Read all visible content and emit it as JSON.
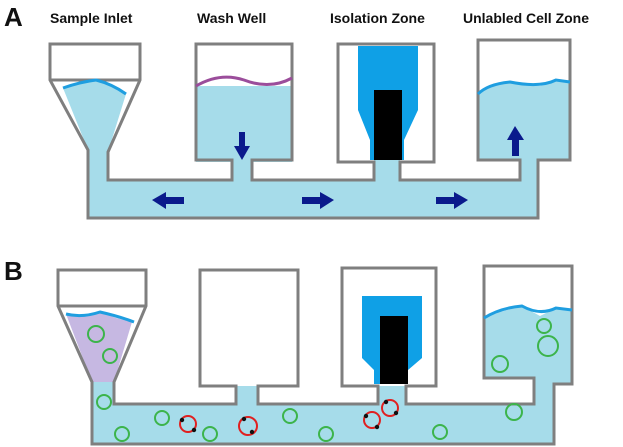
{
  "panels": {
    "a": "A",
    "b": "B"
  },
  "labels": {
    "sample_inlet": "Sample Inlet",
    "wash_well": "Wash Well",
    "isolation_zone": "Isolation Zone",
    "unlabeled_zone": "Unlabled Cell Zone"
  },
  "colors": {
    "fluid": "#a6dcea",
    "outline": "#7f7f7f",
    "meniscus": "#1f9ee0",
    "wash_meniscus": "#9b4d9b",
    "magnet_outer": "#0fa0e6",
    "magnet_core": "#000000",
    "arrow": "#0a1a8c",
    "sample_fluid": "#c6b8e2",
    "unlabeled_cell": "#3cb44b",
    "labeled_cell": "#e02020"
  },
  "flow_arrows": [
    "down-arrow",
    "left-arrow",
    "right-arrow",
    "right-arrow",
    "up-arrow"
  ]
}
